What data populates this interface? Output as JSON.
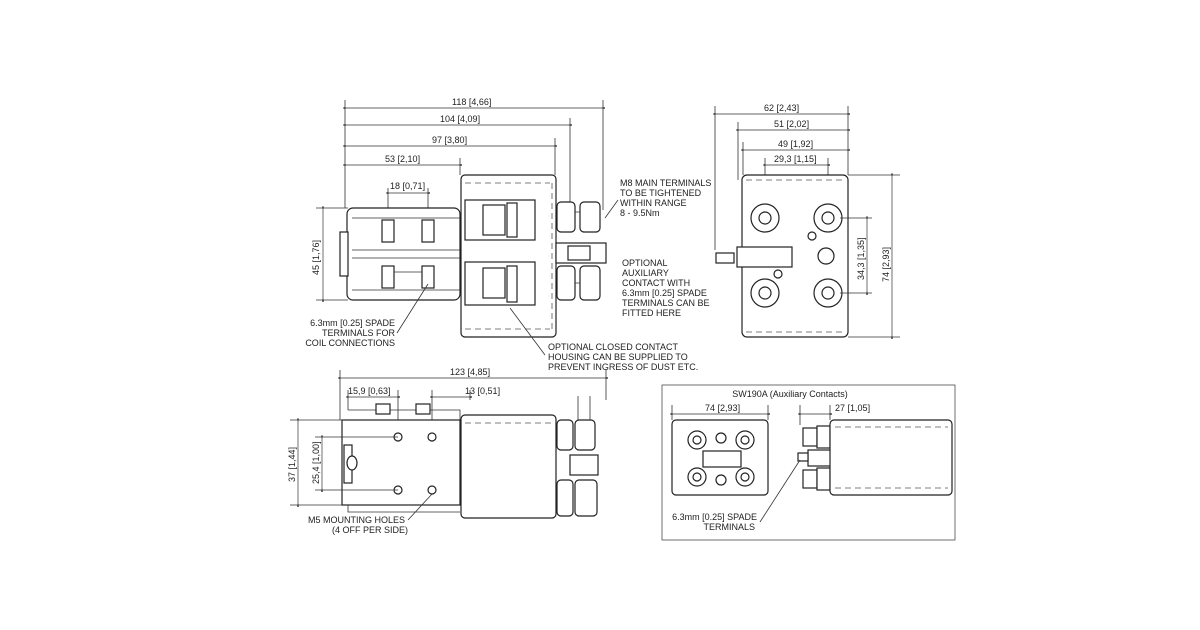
{
  "top_view": {
    "dims": {
      "overall": "118",
      "overall_in": "4,66",
      "terminals": "104",
      "terminals_in": "4,09",
      "housing": "97",
      "housing_in": "3,80",
      "coil": "53",
      "coil_in": "2,10",
      "spade_pitch": "18",
      "spade_pitch_in": "0,71",
      "height": "45",
      "height_in": "1,76"
    },
    "notes": {
      "m8": [
        "M8 MAIN TERMINALS",
        "TO BE TIGHTENED",
        "WITHIN RANGE",
        "8 - 9.5Nm"
      ],
      "aux": [
        "OPTIONAL",
        "AUXILIARY",
        "CONTACT WITH",
        "6.3mm [0.25] SPADE",
        "TERMINALS CAN BE",
        "FITTED HERE"
      ],
      "coil": [
        "6.3mm [0.25] SPADE",
        "TERMINALS FOR",
        "COIL CONNECTIONS"
      ],
      "housing": [
        "OPTIONAL CLOSED CONTACT",
        "HOUSING CAN BE SUPPLIED TO",
        "PREVENT INGRESS OF DUST ETC."
      ]
    }
  },
  "end_view": {
    "dims": {
      "w1": "62",
      "w1_in": "2,43",
      "w2": "51",
      "w2_in": "2,02",
      "w3": "49",
      "w3_in": "1,92",
      "w4": "29,3",
      "w4_in": "1,15",
      "h1": "74",
      "h1_in": "2,93",
      "h2": "34,3",
      "h2_in": "1,35"
    }
  },
  "side_view": {
    "dims": {
      "overall": "123",
      "overall_in": "4,85",
      "a": "15,9",
      "a_in": "0,63",
      "b": "13",
      "b_in": "0,51",
      "h1": "37",
      "h1_in": "1,44",
      "h2": "25,4",
      "h2_in": "1,00"
    },
    "notes": {
      "m5": [
        "M5 MOUNTING HOLES",
        "(4 OFF PER SIDE)"
      ]
    }
  },
  "inset": {
    "title": "SW190A (Auxiliary Contacts)",
    "dims": {
      "w": "74",
      "w_in": "2,93",
      "d": "27",
      "d_in": "1,05"
    },
    "note": [
      "6.3mm [0.25] SPADE",
      "TERMINALS"
    ]
  }
}
